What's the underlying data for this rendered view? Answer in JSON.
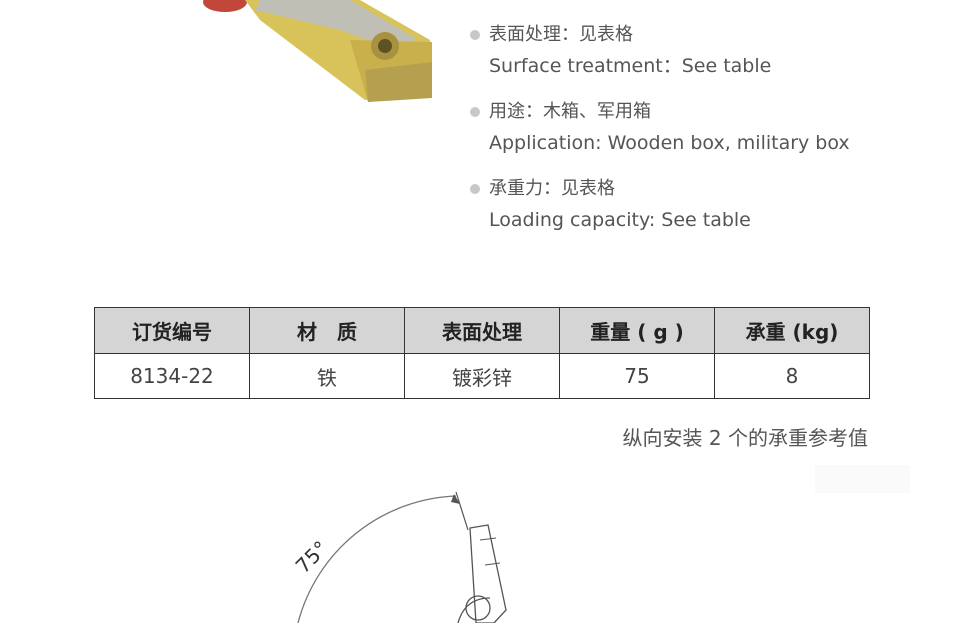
{
  "specs": {
    "surface": {
      "cn": "表面处理：见表格",
      "en": "Surface treatment：See table"
    },
    "application": {
      "cn": "用途：木箱、军用箱",
      "en": "Application: Wooden box, military box"
    },
    "loading": {
      "cn": "承重力：见表格",
      "en": "Loading capacity: See table"
    }
  },
  "table": {
    "headers": [
      "订货编号",
      "材　质",
      "表面处理",
      "重量 ( g )",
      "承重 (kg)"
    ],
    "rows": [
      [
        "8134-22",
        "铁",
        "镀彩锌",
        "75",
        "8"
      ]
    ]
  },
  "note": "纵向安装 2 个的承重参考值",
  "diagram": {
    "angle": "75°"
  }
}
